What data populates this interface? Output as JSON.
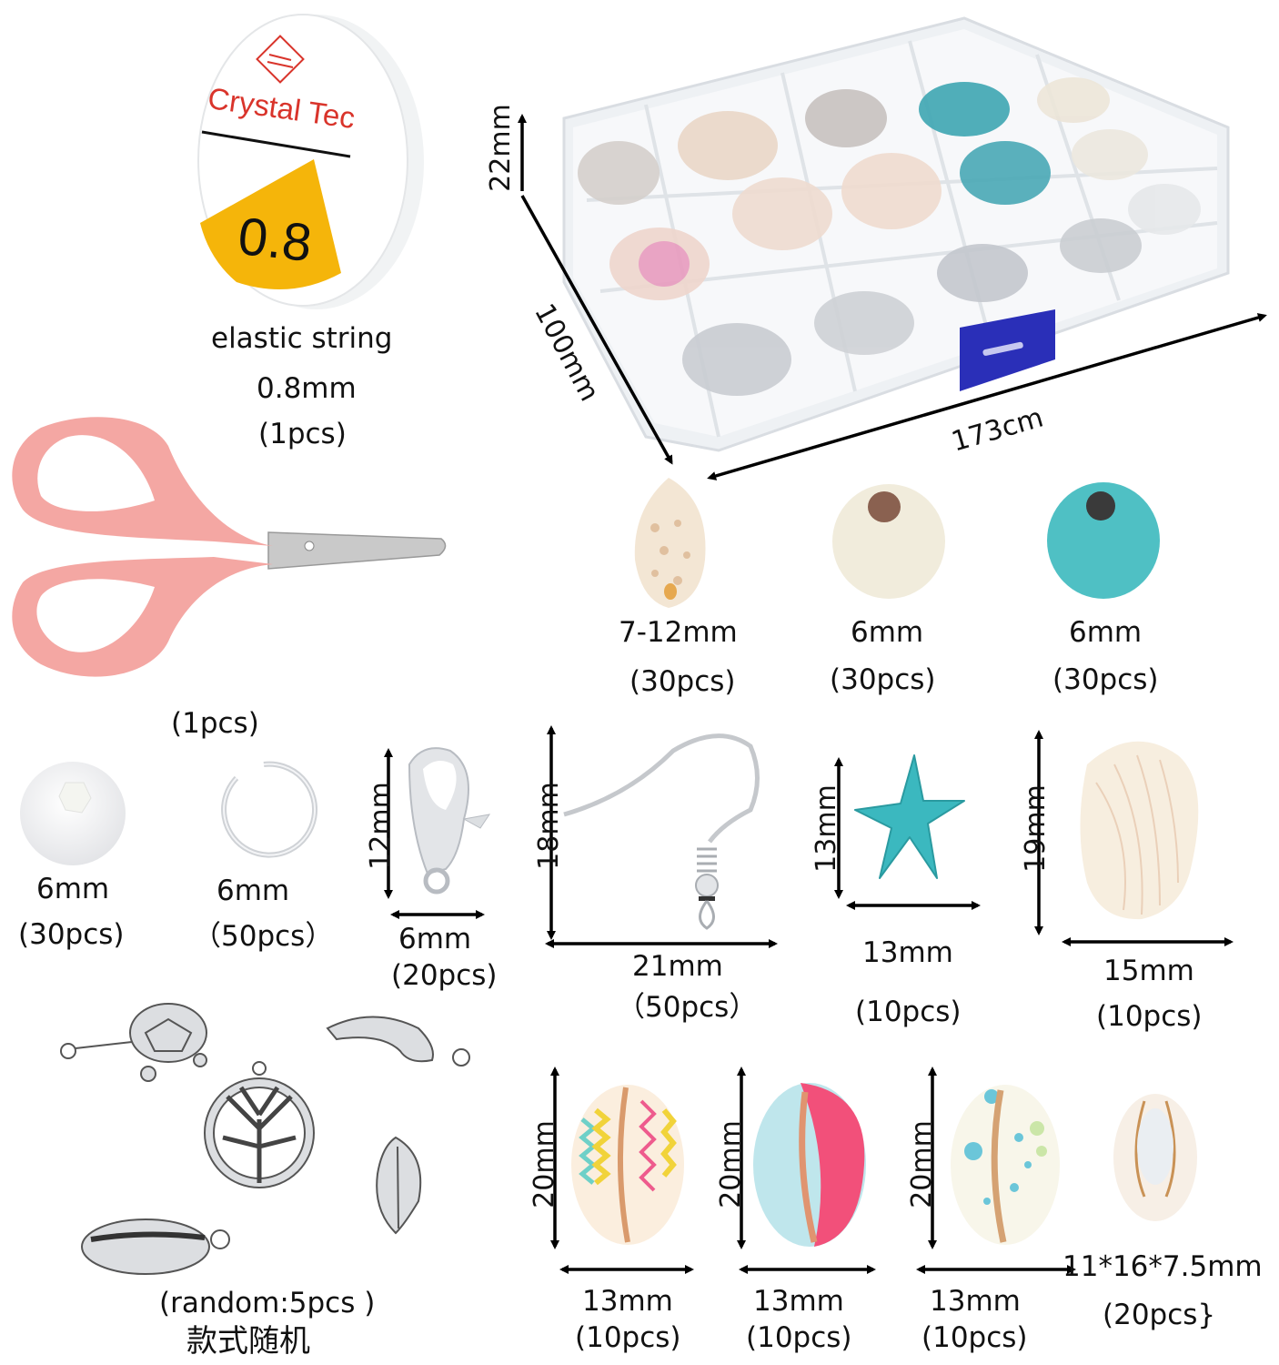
{
  "spool": {
    "brand": "Crystal Tec",
    "size_badge": "0.8",
    "name": "elastic string",
    "size": "0.8mm",
    "qty": "(1pcs)",
    "colors": {
      "brand_text": "#d9342b",
      "badge": "#f5b50a"
    }
  },
  "storage_box": {
    "height_label": "22mm",
    "depth_label": "100mm",
    "width_label": "173cm",
    "latch_color": "#2a2fb8",
    "compartments": 15
  },
  "scissors": {
    "qty": "(1pcs)",
    "handle_color": "#f4a7a3"
  },
  "beads_row": [
    {
      "name": "spiral-shell-bead",
      "size": "7-12mm",
      "qty": "(30pcs)"
    },
    {
      "name": "ivory-bead",
      "size": "6mm",
      "qty": "(30pcs)",
      "color": "#f1ecdc"
    },
    {
      "name": "turquoise-bead",
      "size": "6mm",
      "qty": "(30pcs)",
      "color": "#4fc0c4"
    }
  ],
  "findings_row": {
    "pearl": {
      "size": "6mm",
      "qty": "(30pcs)"
    },
    "jump_ring": {
      "size": "6mm",
      "qty": "（50pcs）"
    },
    "lobster_clasp": {
      "height": "12mm",
      "width": "6mm",
      "qty": "(20pcs)"
    },
    "ear_hook": {
      "height": "18mm",
      "width": "21mm",
      "qty": "（50pcs）"
    },
    "starfish": {
      "height": "13mm",
      "width": "13mm",
      "qty": "(10pcs)",
      "color": "#3bb8bf"
    },
    "scallop_shell": {
      "height": "19mm",
      "width": "15mm",
      "qty": "(10pcs)"
    }
  },
  "charms": {
    "items": [
      "turtle",
      "dolphin",
      "tree-of-life",
      "leaf",
      "cowrie"
    ],
    "qty": "(random:5pcs )",
    "note_cn": "款式随机"
  },
  "cowries": [
    {
      "name": "zigzag-cowrie",
      "height": "20mm",
      "width": "13mm",
      "qty": "(10pcs)"
    },
    {
      "name": "pink-cowrie",
      "height": "20mm",
      "width": "13mm",
      "qty": "(10pcs)"
    },
    {
      "name": "blue-speckled-cowrie",
      "height": "20mm",
      "width": "13mm",
      "qty": "(10pcs)"
    },
    {
      "name": "natural-cowrie",
      "size": "11*16*7.5mm",
      "qty": "(20pcs}"
    }
  ]
}
